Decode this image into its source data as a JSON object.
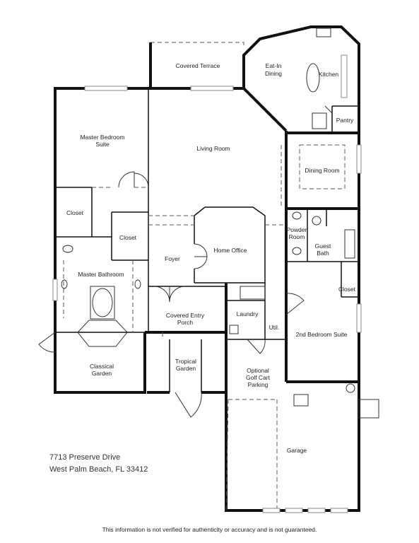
{
  "rooms": {
    "covered_terrace": "Covered Terrace",
    "eat_in_dining": "Eat-In",
    "eat_in_dining_2": "Dining",
    "kitchen": "Kitchen",
    "pantry": "Pantry",
    "master_bedroom": "Master Bedroom",
    "master_bedroom_2": "Suite",
    "living_room": "Living Room",
    "dining_room": "Dining Room",
    "closet_left": "Closet",
    "closet_center": "Closet",
    "powder_room": "Powder",
    "powder_room_2": "Room",
    "guest_bath": "Guest",
    "guest_bath_2": "Bath",
    "home_office": "Home Office",
    "foyer": "Foyer",
    "master_bathroom": "Master Bathroom",
    "closet_right": "Closet",
    "covered_entry": "Covered Entry",
    "covered_entry_2": "Porch",
    "laundry": "Laundry",
    "util": "Util.",
    "second_bedroom": "2nd Bedroom Suite",
    "tropical_garden": "Tropical",
    "tropical_garden_2": "Garden",
    "classical_garden": "Classical",
    "classical_garden_2": "Garden",
    "golf_cart": "Optional",
    "golf_cart_2": "Golf Cart",
    "golf_cart_3": "Parking",
    "garage": "Garage"
  },
  "address": {
    "line1": "7713 Preserve Drive",
    "line2": "West Palm Beach, FL 33412"
  },
  "disclaimer": "This information is not verified for authenticity or accuracy and is not guaranteed."
}
